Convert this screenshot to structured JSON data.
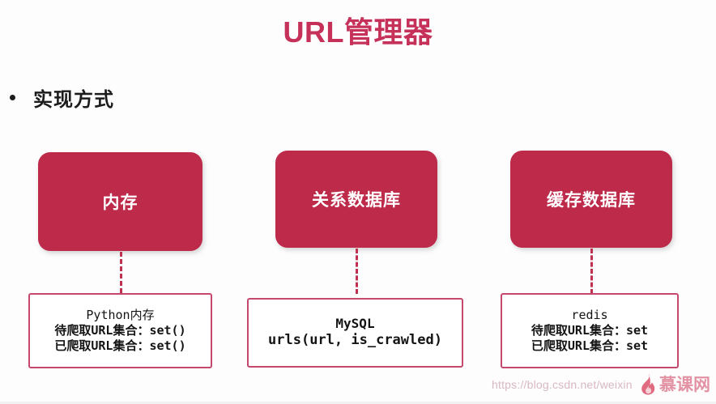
{
  "slide": {
    "title": "URL管理器",
    "bullet_heading": "实现方式",
    "bullet_icon": "bullet-dot-icon",
    "background_color": "#fdfdfd",
    "accent_color": "#c6315a",
    "card_fill_color": "#bd2a4a",
    "caption_border_color": "#c4496c"
  },
  "cards": [
    {
      "label": "内存"
    },
    {
      "label": "关系数据库"
    },
    {
      "label": "缓存数据库"
    }
  ],
  "captions": [
    {
      "head": "Python内存",
      "line1": "待爬取URL集合：set()",
      "line2": "已爬取URL集合：set()"
    },
    {
      "head": "MySQL",
      "line1": "urls(url, is_crawled)",
      "line2": ""
    },
    {
      "head": "redis",
      "line1": "待爬取URL集合：set",
      "line2": "已爬取URL集合：set"
    }
  ],
  "watermark": {
    "url": "https://blog.csdn.net/weixin",
    "logo_text": "慕课网",
    "logo_icon": "flame-icon"
  }
}
